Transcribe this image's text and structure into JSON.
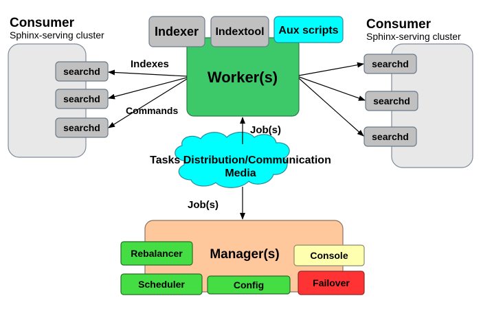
{
  "consumer_left": {
    "title": "Consumer",
    "subtitle": "Sphinx-serving cluster",
    "nodes": [
      "searchd",
      "searchd",
      "searchd"
    ]
  },
  "consumer_right": {
    "title": "Consumer",
    "subtitle": "Sphinx-serving cluster",
    "nodes": [
      "searchd",
      "searchd",
      "searchd"
    ]
  },
  "worker": {
    "title": "Worker(s)",
    "tools": [
      "Indexer",
      "Indextool",
      "Aux scripts"
    ]
  },
  "labels": {
    "indexes": "Indexes",
    "commands": "Commands",
    "jobs_up": "Job(s)",
    "jobs_down": "Job(s)"
  },
  "media": {
    "line1": "Tasks Distribution/Communication",
    "line2": "Media"
  },
  "manager": {
    "title": "Manager(s)",
    "rebalancer": "Rebalancer",
    "scheduler": "Scheduler",
    "config": "Config",
    "console": "Console",
    "failover": "Failover"
  },
  "colors": {
    "cluster_fill": "#e8e8e8",
    "cluster_stroke": "#7f8a9a",
    "searchd_fill": "#c0c0c0",
    "worker_fill": "#3dc96a",
    "tool_fill": "#c0c0c0",
    "aux_fill": "#00ffff",
    "media_fill": "#00ffff",
    "manager_fill": "#ffc89c",
    "green_module": "#44dd44",
    "console_fill": "#ffffb0",
    "failover_fill": "#ff3333"
  }
}
